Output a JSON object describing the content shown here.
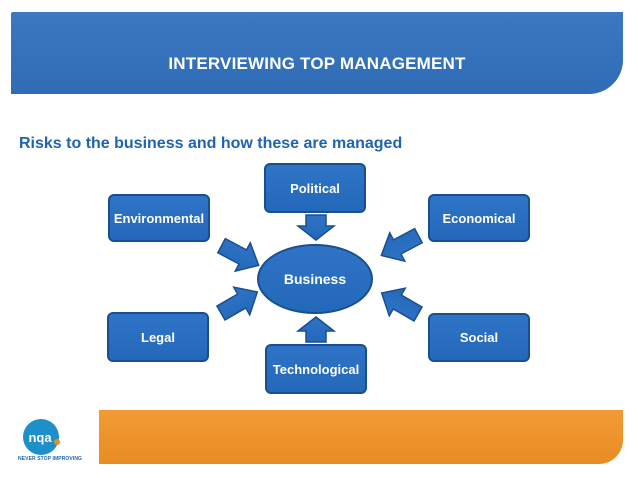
{
  "header": {
    "title": "INTERVIEWING TOP MANAGEMENT"
  },
  "subtitle": "Risks to the business and how these are managed",
  "diagram": {
    "center": "Business",
    "nodes": {
      "political": "Political",
      "environmental": "Environmental",
      "economical": "Economical",
      "legal": "Legal",
      "social": "Social",
      "technological": "Technological"
    }
  },
  "footer": {
    "logo_text": "nqa",
    "tagline": "NEVER STOP IMPROVING"
  },
  "colors": {
    "banner_blue": "#2f6cb6",
    "box_blue": "#2368b9",
    "box_border": "#1a4f8f",
    "subtitle_blue": "#1f64b0",
    "footer_orange": "#e98c24",
    "logo_teal": "#1d8fc9"
  }
}
